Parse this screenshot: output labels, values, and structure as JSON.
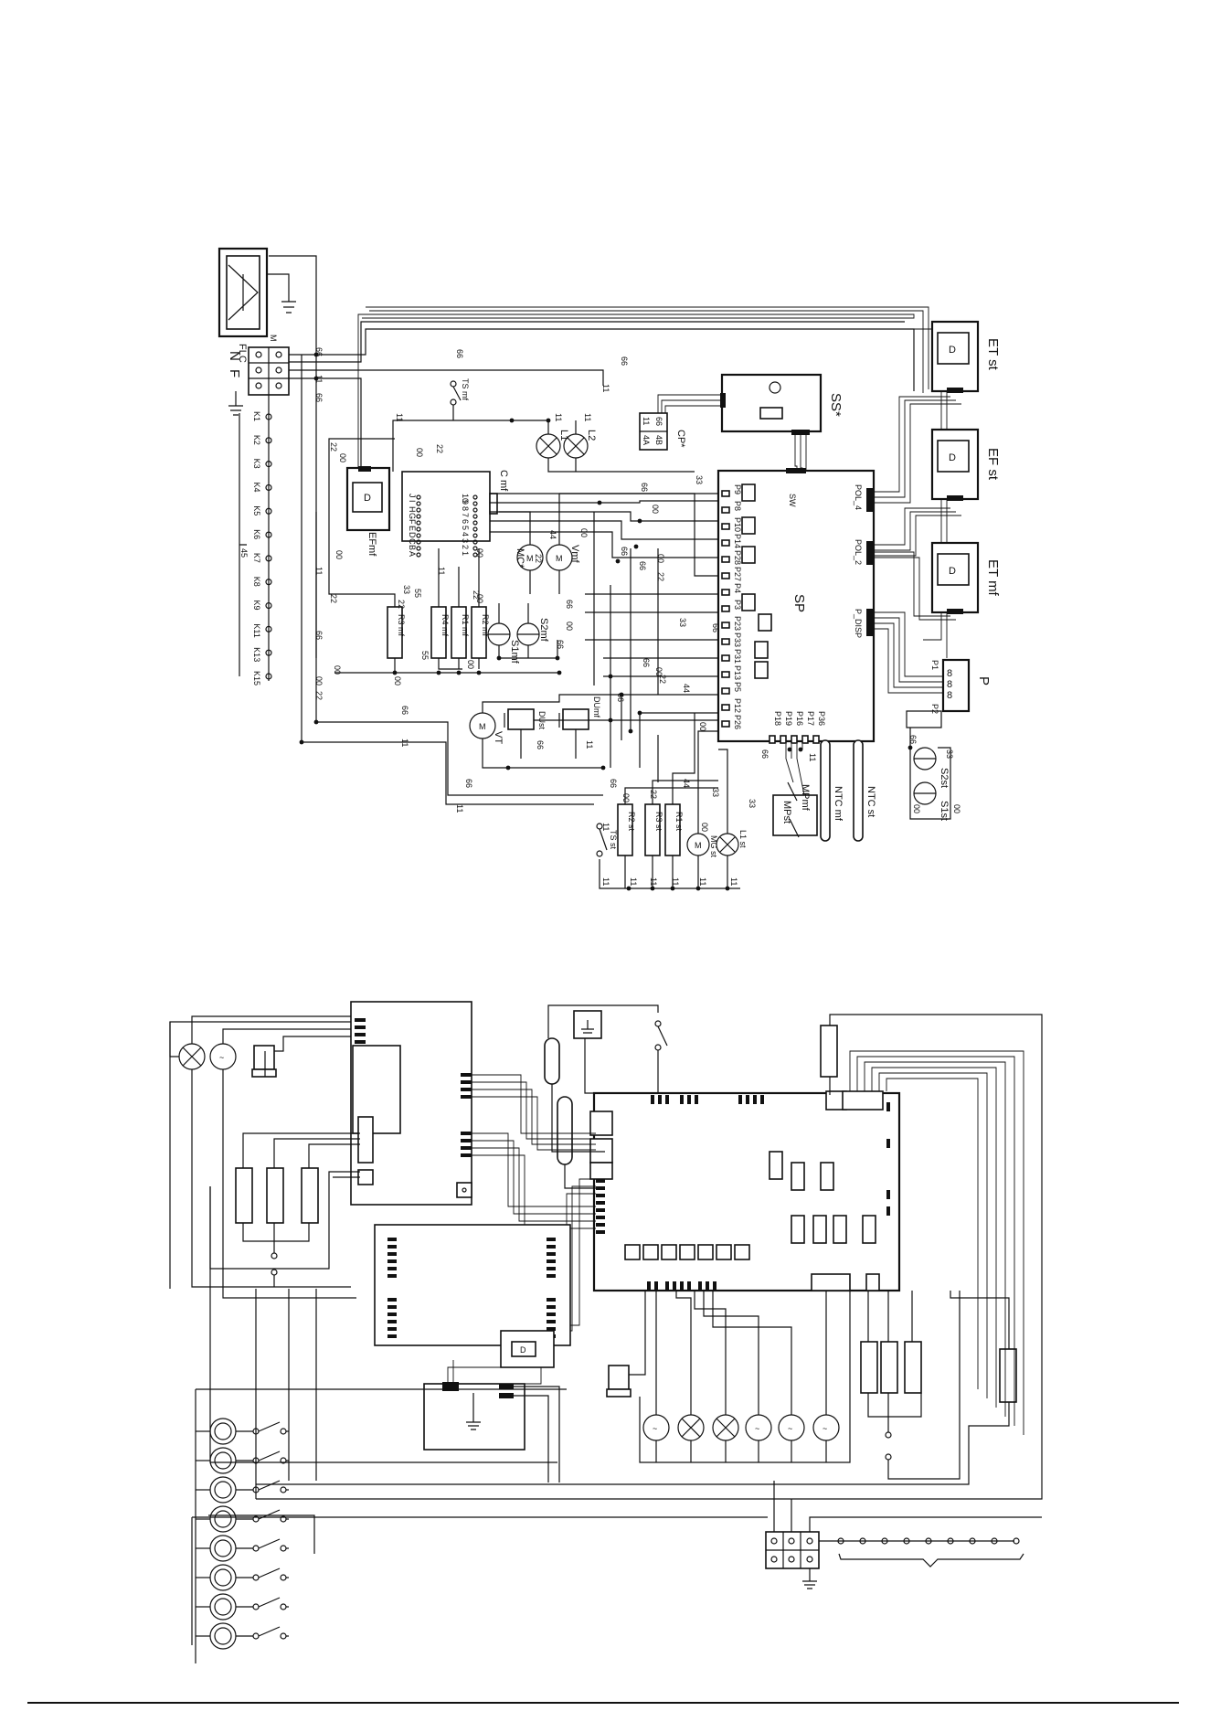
{
  "top": {
    "components": {
      "SP": "SP",
      "SS": "SS*",
      "CP": "CP*",
      "ET_st": "ET st",
      "EF_st": "EF st",
      "ET_mf": "ET mf",
      "P": "P",
      "EFmf": "EFmf",
      "Cmf": "C mf",
      "TSmf": "TS mf",
      "L1": "L1",
      "L2": "L2",
      "MC": "MC*",
      "Vmf": "Vmf",
      "S1mf": "S1mf",
      "S2mf": "S2mf",
      "R1mf": "R1 mf",
      "R2mf": "R2 mf",
      "R3mf": "R3 mf",
      "R4mf": "R4 mf",
      "DUst": "DUst",
      "DUmf": "DUmf",
      "VT": "VT",
      "S1st": "S1st",
      "S2st": "S2st",
      "NTCmf": "NTC mf",
      "NTCst": "NTC st",
      "MPmf": "MPmf",
      "MPst": "MPst",
      "TSst": "TS st",
      "R2st": "R2 st",
      "R3st": "R3 st",
      "R1st": "R1 st",
      "MGst": "MG st",
      "L1st": "L1 st",
      "FLC": "FLC",
      "N": "N",
      "F": "F",
      "M": "M",
      "SW": "SW",
      "POL2": "POL_2",
      "POL4": "POL_4",
      "PDISP": "P_DISP"
    },
    "terminals": [
      "K1",
      "K2",
      "K3",
      "K4",
      "K5",
      "K6",
      "K7",
      "K8",
      "K9",
      "K11",
      "K13",
      "K15"
    ],
    "bracket_label": "45",
    "wire_codes": {
      "w66": "66",
      "w11": "11",
      "w22": "22",
      "w00": "00",
      "w33": "33",
      "w44": "44",
      "w55": "55"
    },
    "sp_pins": [
      "P9",
      "P8",
      "P10",
      "P14",
      "P28",
      "P27",
      "P4",
      "P3",
      "P23",
      "P33",
      "P31",
      "P13",
      "P5",
      "P12",
      "P26"
    ],
    "sp_lower_pins": [
      "P18",
      "P19",
      "P16",
      "P17",
      "P36"
    ],
    "cmf_pins_left": [
      "J",
      "I",
      "H",
      "G",
      "F",
      "E",
      "D",
      "C",
      "B",
      "A"
    ],
    "cmf_pins_right": [
      "10",
      "9",
      "8",
      "7",
      "6",
      "5",
      "4",
      "3",
      "2",
      "1"
    ],
    "pin_small": [
      "P1",
      "P2"
    ],
    "cp_pins": [
      "4A",
      "4B",
      "11",
      "66"
    ]
  },
  "colors": {
    "ink": "#111111",
    "paper": "#ffffff"
  }
}
